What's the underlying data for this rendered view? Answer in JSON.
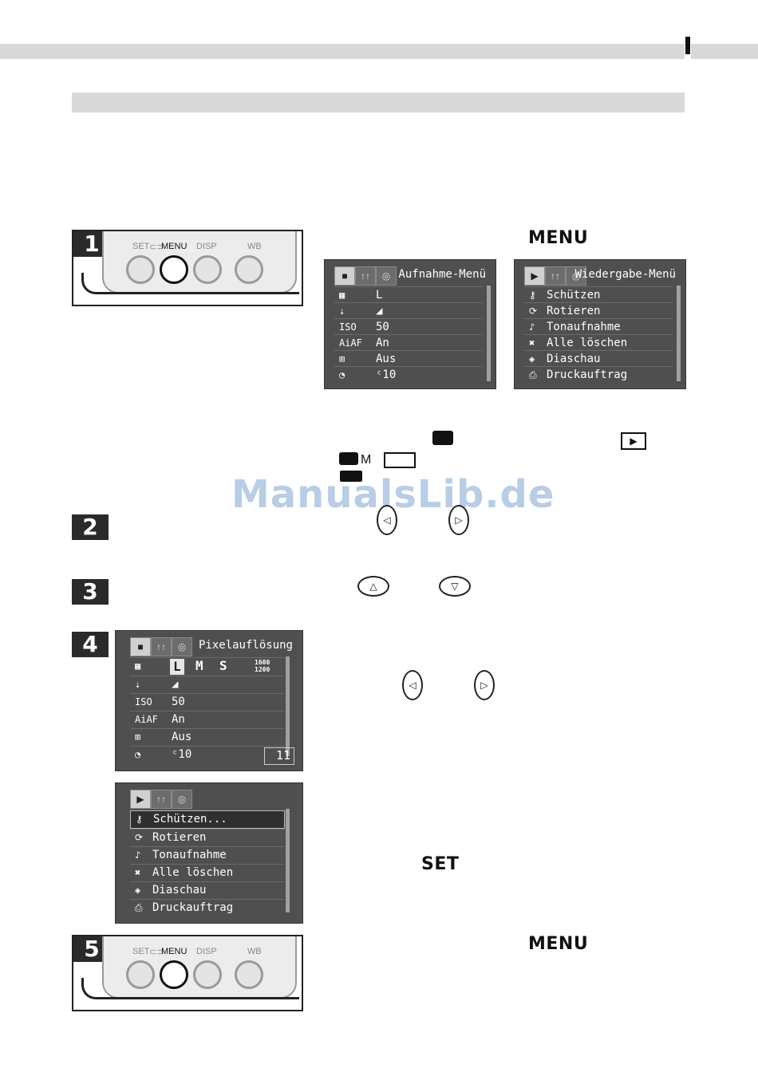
{
  "watermark": "ManualsLib.de",
  "steps": {
    "s1": "1",
    "s2": "2",
    "s3": "3",
    "s4": "4",
    "s5": "5"
  },
  "camera": {
    "set": "SET",
    "menu": "MENU",
    "disp": "DISP",
    "wb": "WB"
  },
  "menu_key_label": "MENU",
  "set_key_label": "SET",
  "mode_m_suffix": "M",
  "shoot_menu": {
    "title": "Aufnahme-Menü",
    "rows": [
      {
        "icon": "resolution-icon",
        "value": "L"
      },
      {
        "icon": "compression-icon",
        "value": "◢"
      },
      {
        "icon": "iso-icon",
        "icon_text": "ISO",
        "value": "50"
      },
      {
        "icon": "af-assist-icon",
        "icon_text": "AiAF",
        "value": "An"
      },
      {
        "icon": "grid-icon",
        "value": "Aus"
      },
      {
        "icon": "self-timer-icon",
        "value": "ᶜ10"
      }
    ]
  },
  "play_menu": {
    "title": "Wiedergabe-Menü",
    "rows": [
      {
        "icon": "key-icon",
        "value": "Schützen"
      },
      {
        "icon": "rotate-icon",
        "value": "Rotieren"
      },
      {
        "icon": "microphone-icon",
        "value": "Tonaufnahme"
      },
      {
        "icon": "trash-icon",
        "value": "Alle löschen"
      },
      {
        "icon": "slideshow-icon",
        "value": "Diaschau"
      },
      {
        "icon": "print-icon",
        "value": "Druckauftrag"
      }
    ]
  },
  "pixel_menu": {
    "title": "Pixelauflösung",
    "options": [
      "L",
      "M",
      "S",
      "1600\n1200"
    ],
    "rows": [
      "◢",
      "50",
      "An",
      "Aus",
      "ᶜ10"
    ],
    "row_icon_texts": [
      "",
      "ISO",
      "AiAF",
      "",
      ""
    ],
    "counter": "11"
  },
  "play_menu2": {
    "rows": [
      "Schützen...",
      "Rotieren",
      "Tonaufnahme",
      "Alle löschen",
      "Diaschau",
      "Druckauftrag"
    ]
  }
}
